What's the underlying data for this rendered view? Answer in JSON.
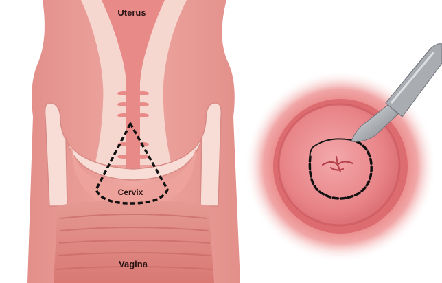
{
  "labels": {
    "uterus": "Uterus",
    "cervix": "Cervix",
    "vagina": "Vagina"
  },
  "colors": {
    "tissue_outer": "#e99a95",
    "tissue_light": "#f7dcd3",
    "lumen_pink": "#f1bdb6",
    "vaginal_wall": "#d9817d",
    "cervix_os": "#e58a8d",
    "cut_line": "#111111",
    "scalpel_metal": "#b9bcc0"
  },
  "icons": {
    "instrument": "scalpel-icon"
  }
}
